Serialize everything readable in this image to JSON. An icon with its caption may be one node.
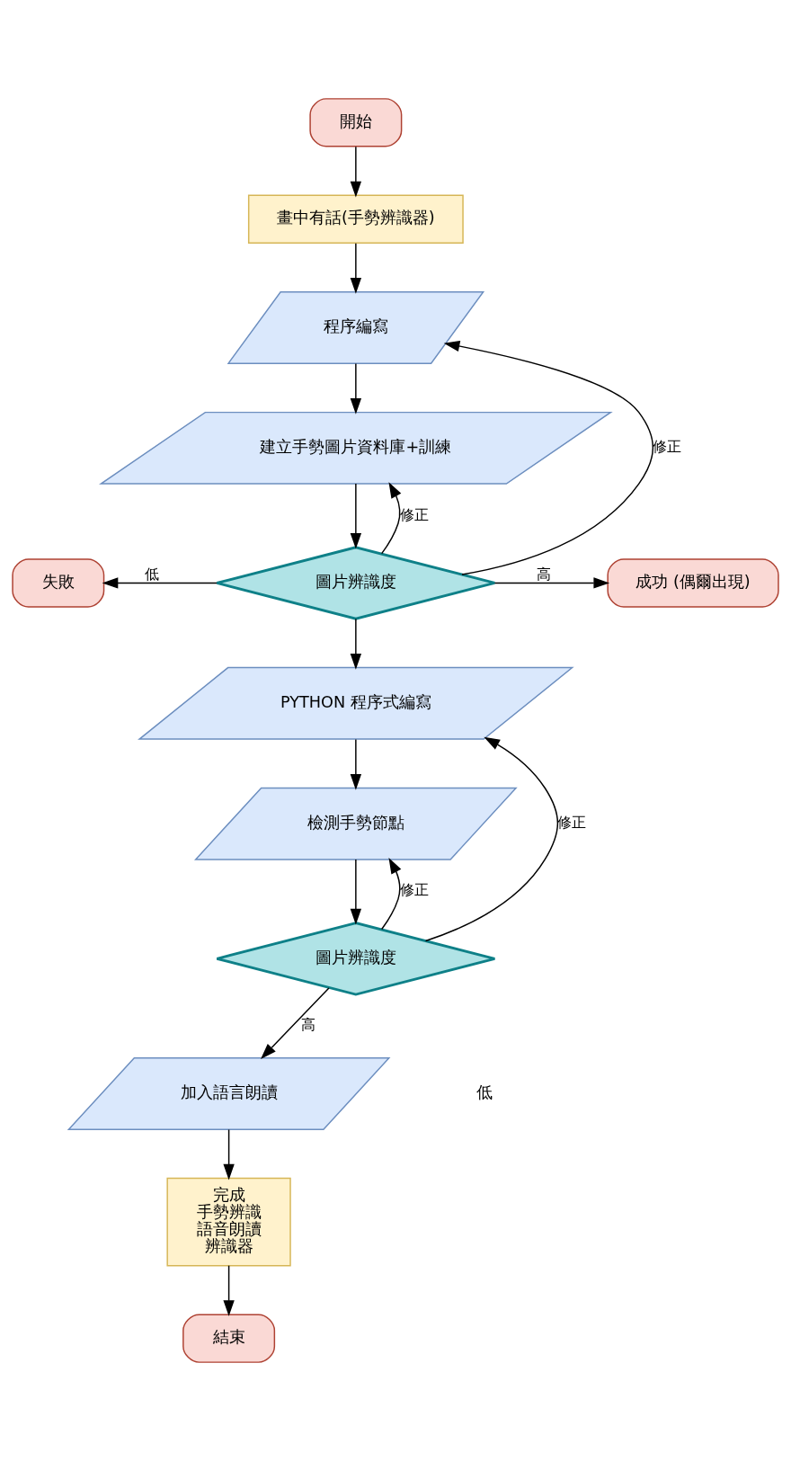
{
  "diagram": {
    "nodes": [
      {
        "text": [
          "開始"
        ]
      },
      {
        "text": [
          "畫中有話(手勢辨識器)"
        ]
      },
      {
        "text": [
          "程序編寫"
        ]
      },
      {
        "text": [
          "建立手勢圖片資料庫+訓練"
        ]
      },
      {
        "text": [
          "圖片辨識度"
        ]
      },
      {
        "text": [
          "失敗"
        ]
      },
      {
        "text": [
          "成功 (偶爾出現)"
        ]
      },
      {
        "text": [
          "PYTHON 程序式編寫"
        ]
      },
      {
        "text": [
          "檢測手勢節點"
        ]
      },
      {
        "text": [
          "圖片辨識度"
        ]
      },
      {
        "text": [
          "加入語言朗讀"
        ]
      },
      {
        "text": [
          "完成",
          "手勢辨識",
          "語音朗讀",
          "辨識器"
        ]
      },
      {
        "text": [
          "結束"
        ]
      }
    ],
    "edges": [
      {
        "from": 0,
        "to": 1,
        "arrow": "to"
      },
      {
        "from": 1,
        "to": 2,
        "arrow": "to"
      },
      {
        "from": 2,
        "to": 3,
        "arrow": "to"
      },
      {
        "from": 3,
        "to": 4,
        "arrow": "to"
      },
      {
        "from": 4,
        "to": 5,
        "arrow": "to",
        "label": "低"
      },
      {
        "from": 4,
        "to": 2,
        "arrow": "to",
        "label": "修正"
      },
      {
        "from": 4,
        "to": 3,
        "arrow": "to",
        "label": "修正"
      },
      {
        "from": 4,
        "to": 6,
        "arrow": "to",
        "label": "高"
      },
      {
        "from": 4,
        "to": 7,
        "arrow": "to"
      },
      {
        "from": 7,
        "to": 8,
        "arrow": "to"
      },
      {
        "from": 8,
        "to": 9,
        "arrow": "to"
      },
      {
        "from": 9,
        "to": 7,
        "arrow": "to",
        "label": "修正"
      },
      {
        "from": 9,
        "to": 8,
        "arrow": "to",
        "label": "修正"
      },
      {
        "from": 9,
        "to": 10,
        "arrow": "to",
        "label": "高"
      },
      {
        "from": 10,
        "to": 11,
        "arrow": "to"
      },
      {
        "from": 11,
        "to": 12,
        "arrow": "to"
      }
    ],
    "labels": [
      "低"
    ]
  }
}
